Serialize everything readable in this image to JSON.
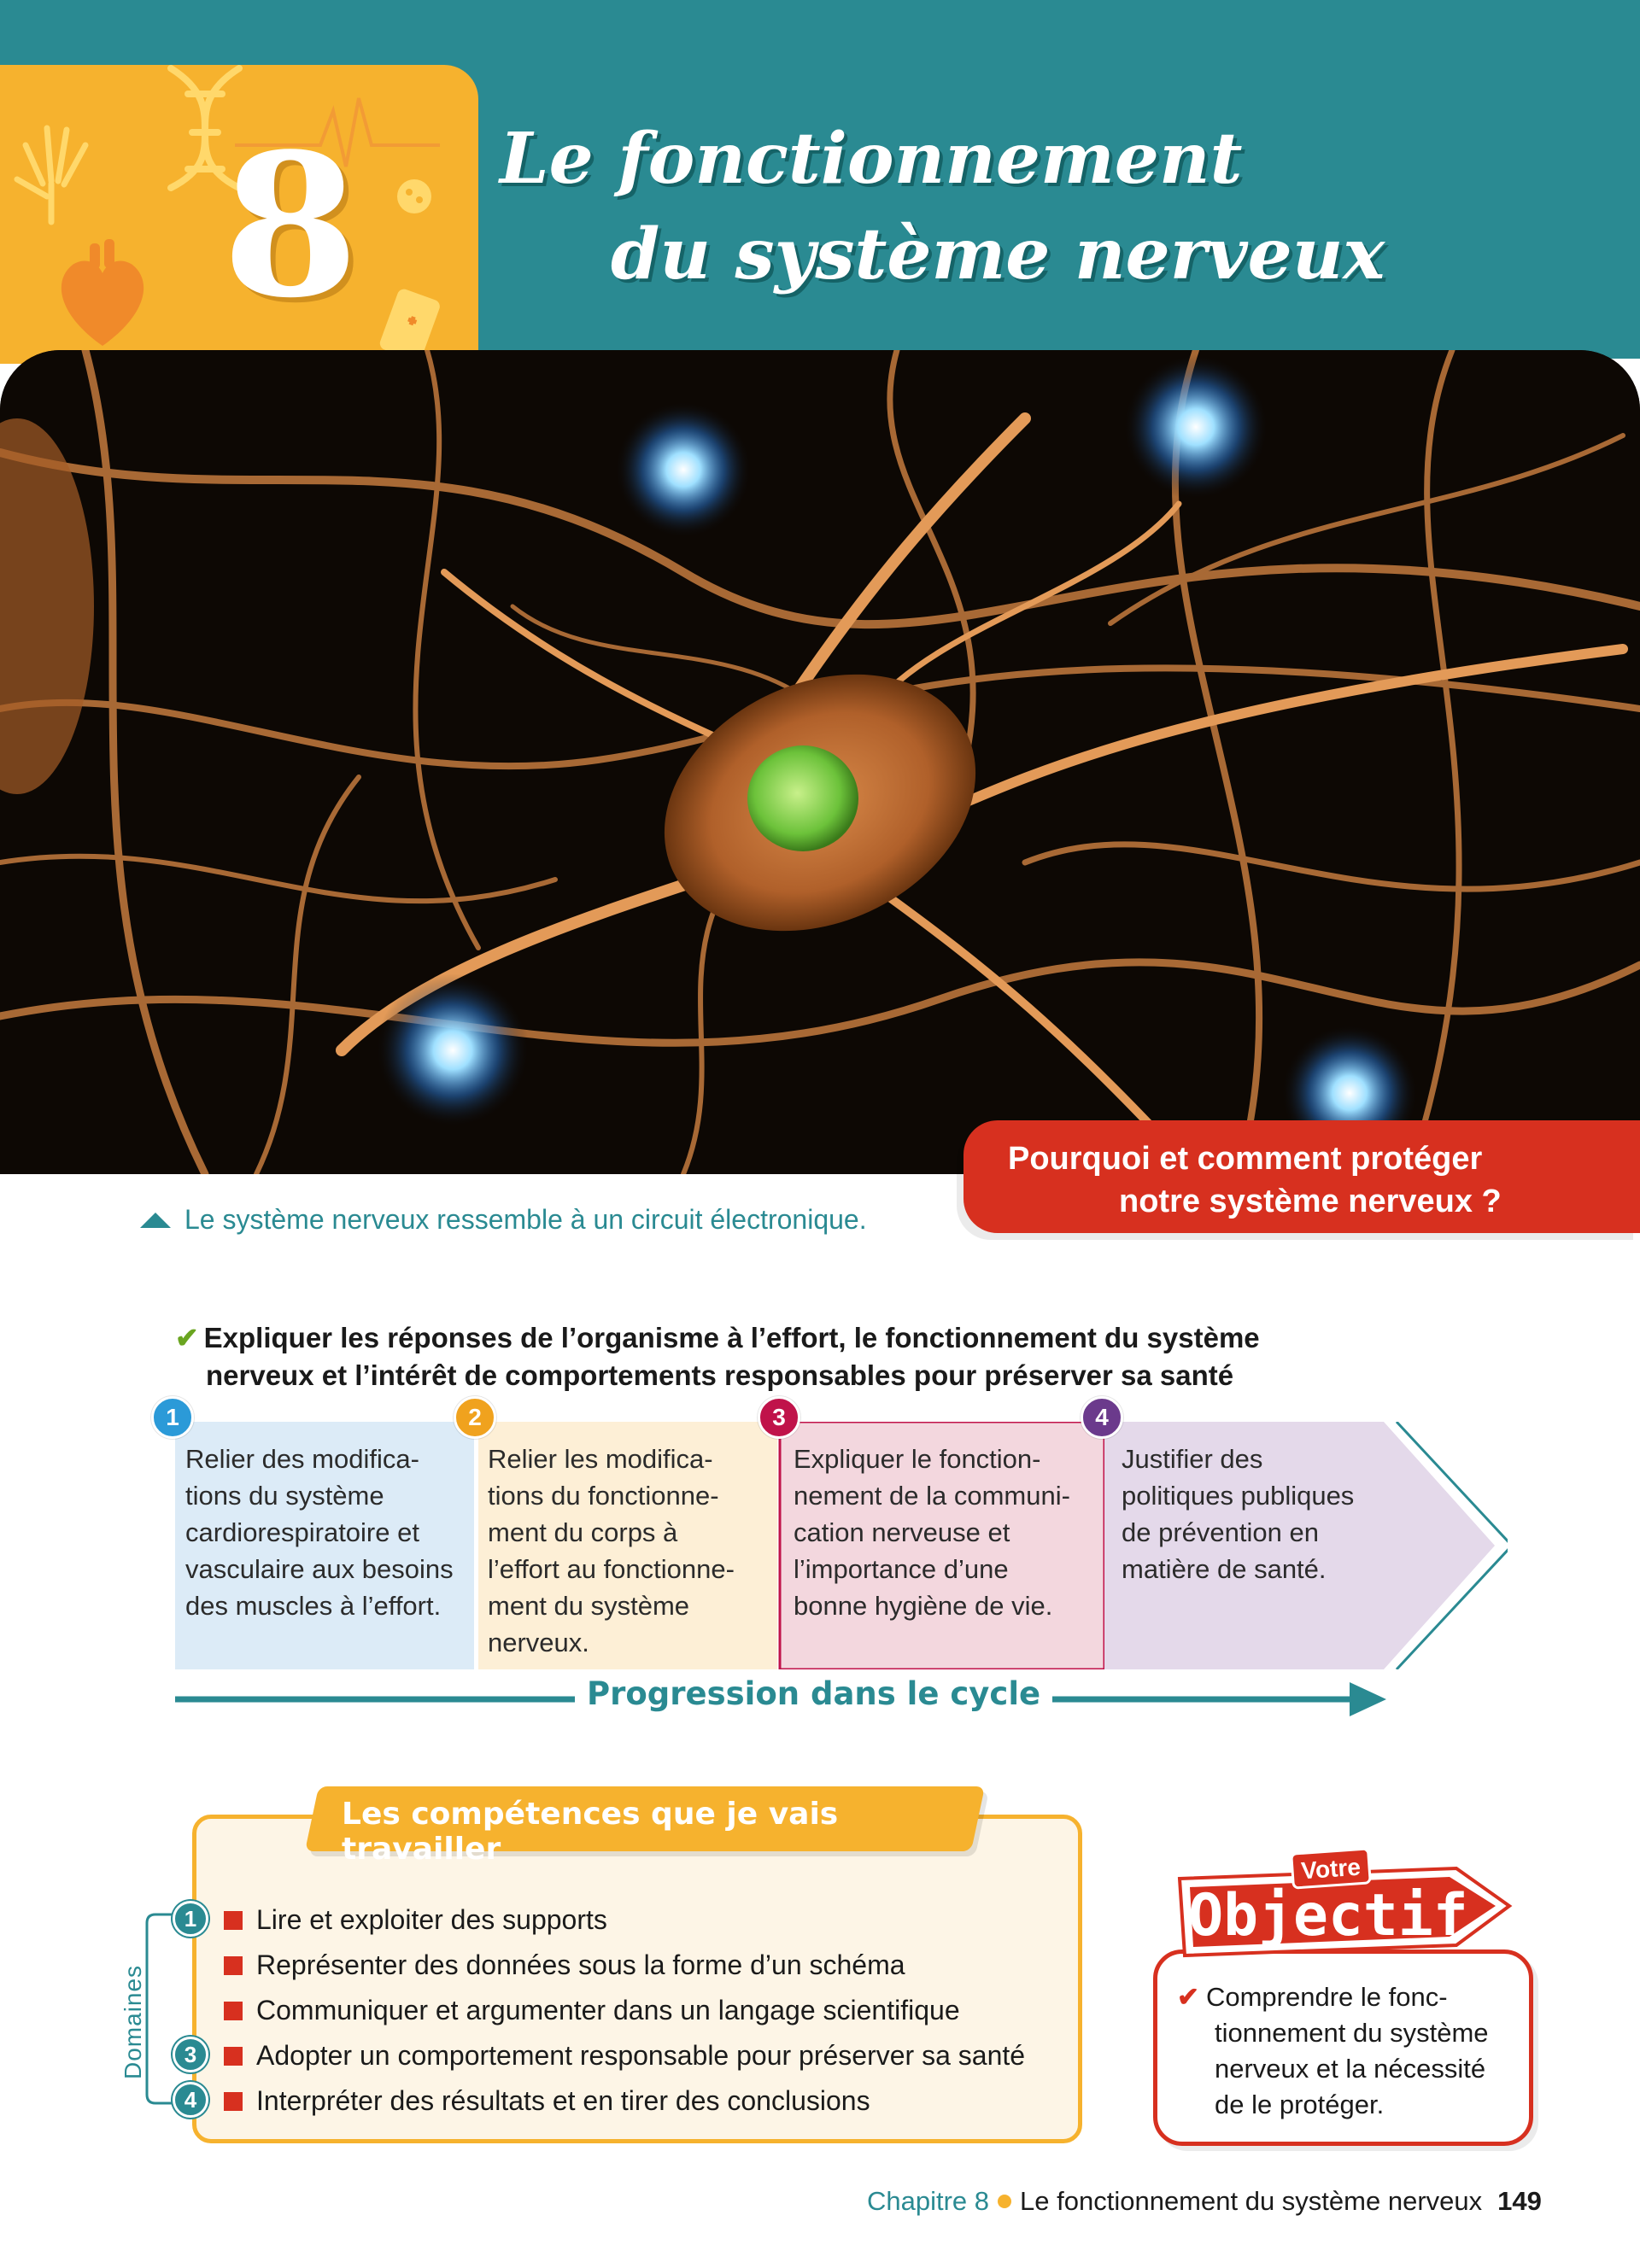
{
  "header": {
    "chapter_number": "8",
    "title_line1": "Le fonctionnement",
    "title_line2": "du système nerveux"
  },
  "hero": {
    "question_line1": "Pourquoi et comment protéger",
    "question_line2": "notre système nerveux ?",
    "caption": "Le système nerveux ressemble à un circuit électronique."
  },
  "program": {
    "line1": "Expliquer les réponses de l’organisme à l’effort, le fonctionnement du système",
    "line2": "nerveux et l’intérêt de comportements responsables pour préserver sa santé",
    "steps": [
      {
        "number": "1",
        "lines": [
          "Relier des modifica-",
          "tions du système",
          "cardiorespiratoire et",
          "vasculaire aux besoins",
          "des muscles à l’effort."
        ]
      },
      {
        "number": "2",
        "lines": [
          "Relier les modifica-",
          "tions du fonctionne-",
          "ment du corps à",
          "l’effort au fonctionne-",
          "ment du système",
          "nerveux."
        ]
      },
      {
        "number": "3",
        "lines": [
          "Expliquer le fonction-",
          "nement de la communi-",
          "cation nerveuse et",
          "l’importance d’une",
          "bonne hygiène de vie."
        ]
      },
      {
        "number": "4",
        "lines": [
          "Justifier des",
          "politiques publiques",
          "de prévention en",
          "matière de santé."
        ]
      }
    ],
    "progression_label": "Progression dans le cycle",
    "colors": {
      "step1": "#dcebf7",
      "step2": "#fdefd6",
      "step3": "#f3d7de",
      "step4": "#e4d9ea",
      "badge1": "#2b9ad8",
      "badge2": "#f0a21e",
      "badge3": "#c0134a",
      "badge4": "#6b3a8c"
    }
  },
  "skills": {
    "banner": "Les compétences que je vais travailler",
    "domains_label": "Domaines",
    "domain_badges": [
      "1",
      "3",
      "4"
    ],
    "items": [
      "Lire et exploiter des supports",
      "Représenter des données sous la forme d’un schéma",
      "Communiquer et argumenter dans un langage scientifique",
      "Adopter un comportement responsable pour préserver sa santé",
      "Interpréter des résultats et en tirer des conclusions"
    ]
  },
  "objectif": {
    "votre": "Votre",
    "title": "Objectif",
    "lines": [
      "Comprendre le fonc-",
      "tionnement du système",
      "nerveux et la nécessité",
      "de le protéger."
    ]
  },
  "footer": {
    "chapter": "Chapitre 8",
    "title": "Le fonctionnement du système nerveux",
    "page": "149"
  },
  "theme": {
    "teal": "#2a8a92",
    "yellow": "#f6b22e",
    "red": "#d7301f"
  }
}
